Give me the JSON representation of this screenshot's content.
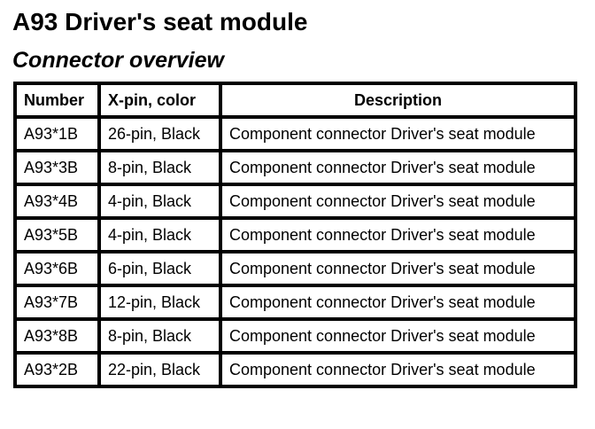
{
  "page": {
    "title": "A93 Driver's seat module",
    "subtitle": "Connector overview"
  },
  "colors": {
    "text": "#000000",
    "background": "#ffffff",
    "table_border": "#000000"
  },
  "table": {
    "columns": [
      "Number",
      "X-pin, color",
      "Description"
    ],
    "rows": [
      {
        "number": "A93*1B",
        "pin_color": "26-pin, Black",
        "description": "Component connector Driver's seat module"
      },
      {
        "number": "A93*3B",
        "pin_color": "8-pin, Black",
        "description": "Component connector Driver's seat module"
      },
      {
        "number": "A93*4B",
        "pin_color": "4-pin, Black",
        "description": "Component connector Driver's seat module"
      },
      {
        "number": "A93*5B",
        "pin_color": "4-pin, Black",
        "description": "Component connector Driver's seat module"
      },
      {
        "number": "A93*6B",
        "pin_color": "6-pin, Black",
        "description": "Component connector Driver's seat module"
      },
      {
        "number": "A93*7B",
        "pin_color": "12-pin, Black",
        "description": "Component connector Driver's seat module"
      },
      {
        "number": "A93*8B",
        "pin_color": "8-pin, Black",
        "description": "Component connector Driver's seat module"
      },
      {
        "number": "A93*2B",
        "pin_color": "22-pin, Black",
        "description": "Component connector Driver's seat module"
      }
    ]
  }
}
